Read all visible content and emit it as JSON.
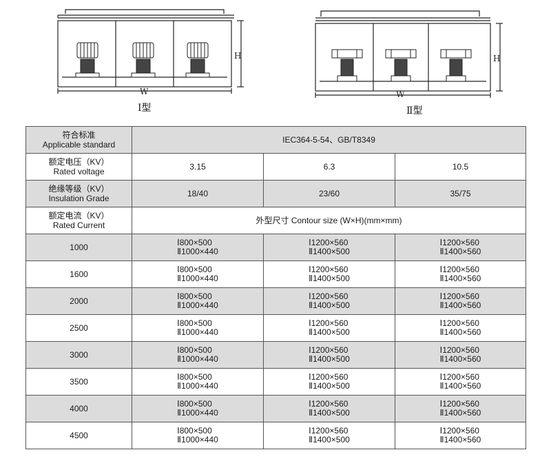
{
  "diagrams": [
    {
      "type_label": "Ⅰ型",
      "width_label": "W",
      "height_label": "H"
    },
    {
      "type_label": "Ⅱ型",
      "width_label": "W",
      "height_label": "H"
    }
  ],
  "table": {
    "standard": {
      "label_zh": "符合标准",
      "label_en": "Applicable standard",
      "value": "IEC364-5-54、GB/T8349"
    },
    "voltage": {
      "label_zh": "额定电压（KV）",
      "label_en": "Rated voltage",
      "values": [
        "3.15",
        "6.3",
        "10.5"
      ]
    },
    "insulation": {
      "label_zh": "绝缘等级（KV）",
      "label_en": "Insulation Grade",
      "values": [
        "18/40",
        "23/60",
        "35/75"
      ]
    },
    "current": {
      "label_zh": "额定电流（KV）",
      "label_en": "Rated Current",
      "value": "外型尺寸 Contour size (W×H)(mm×mm)"
    },
    "rows": [
      {
        "current": "1000",
        "cells": [
          [
            "Ⅰ800×500",
            "Ⅱ1000×440"
          ],
          [
            "Ⅰ1200×560",
            "Ⅱ1400×500"
          ],
          [
            "Ⅰ1200×560",
            "Ⅱ1400×560"
          ]
        ]
      },
      {
        "current": "1600",
        "cells": [
          [
            "Ⅰ800×500",
            "Ⅱ1000×440"
          ],
          [
            "Ⅰ1200×560",
            "Ⅱ1400×500"
          ],
          [
            "Ⅰ1200×560",
            "Ⅱ1400×560"
          ]
        ]
      },
      {
        "current": "2000",
        "cells": [
          [
            "Ⅰ800×500",
            "Ⅱ1000×440"
          ],
          [
            "Ⅰ1200×560",
            "Ⅱ1400×500"
          ],
          [
            "Ⅰ1200×560",
            "Ⅱ1400×560"
          ]
        ]
      },
      {
        "current": "2500",
        "cells": [
          [
            "Ⅰ800×500",
            "Ⅱ1000×440"
          ],
          [
            "Ⅰ1200×560",
            "Ⅱ1400×500"
          ],
          [
            "Ⅰ1200×560",
            "Ⅱ1400×560"
          ]
        ]
      },
      {
        "current": "3000",
        "cells": [
          [
            "Ⅰ800×500",
            "Ⅱ1000×440"
          ],
          [
            "Ⅰ1200×560",
            "Ⅱ1400×500"
          ],
          [
            "Ⅰ1200×560",
            "Ⅱ1400×560"
          ]
        ]
      },
      {
        "current": "3500",
        "cells": [
          [
            "Ⅰ800×500",
            "Ⅱ1000×440"
          ],
          [
            "Ⅰ1200×560",
            "Ⅱ1400×500"
          ],
          [
            "Ⅰ1200×560",
            "Ⅱ1400×560"
          ]
        ]
      },
      {
        "current": "4000",
        "cells": [
          [
            "Ⅰ800×500",
            "Ⅱ1000×440"
          ],
          [
            "Ⅰ1200×560",
            "Ⅱ1400×500"
          ],
          [
            "Ⅰ1200×560",
            "Ⅱ1400×560"
          ]
        ]
      },
      {
        "current": "4500",
        "cells": [
          [
            "Ⅰ800×500",
            "Ⅱ1000×440"
          ],
          [
            "Ⅰ1200×560",
            "Ⅱ1400×500"
          ],
          [
            "Ⅰ1200×560",
            "Ⅱ1400×560"
          ]
        ]
      }
    ]
  }
}
